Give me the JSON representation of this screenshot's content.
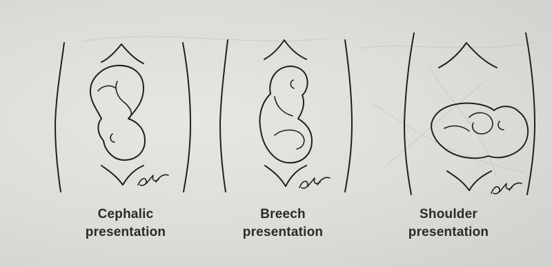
{
  "panels": [
    {
      "line1": "Cephalic",
      "line2": "presentation"
    },
    {
      "line1": "Breech",
      "line2": "presentation"
    },
    {
      "line1": "Shoulder",
      "line2": "presentation"
    }
  ],
  "colors": {
    "ink": "#1e1e1e",
    "paper": "#dcdcd8",
    "caption": "#2a2a2a"
  }
}
